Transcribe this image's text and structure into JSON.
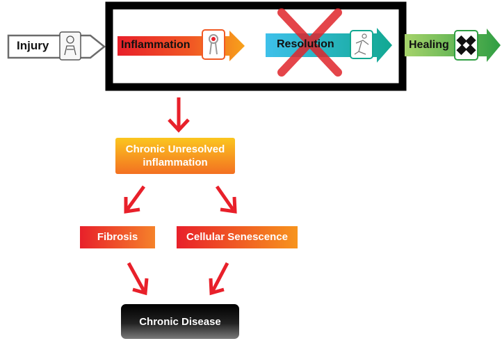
{
  "pathway": {
    "injury": "Injury",
    "inflammation": "Inflammation",
    "resolution": "Resolution",
    "healing": "Healing"
  },
  "outcomes": {
    "chronic": "Chronic Unresolved inflammation",
    "chronic_line1": "Chronic Unresolved",
    "chronic_line2": "inflammation",
    "fibrosis": "Fibrosis",
    "senescence": "Cellular Senescence",
    "disease": "Chronic Disease"
  },
  "colors": {
    "inflammation": [
      "#e8202a",
      "#f7a21b"
    ],
    "resolution": [
      "#38b6e6",
      "#12a892"
    ],
    "healing": [
      "#8dc63f",
      "#2f9e43"
    ],
    "chronic": [
      "#f7b21d",
      "#f15a22"
    ],
    "fibrosis": [
      "#e8202a",
      "#f7941d"
    ],
    "senescence": [
      "#e8202a",
      "#f7941d"
    ],
    "disease": [
      "#000000",
      "#6a6a6a"
    ],
    "connector_arrow": "#e8202a",
    "cross": "#e0252b",
    "frame": "#000000"
  },
  "icons": [
    "patient-icon",
    "shoulder-joint-icon",
    "person-stretching-icon",
    "bandage-icon"
  ]
}
